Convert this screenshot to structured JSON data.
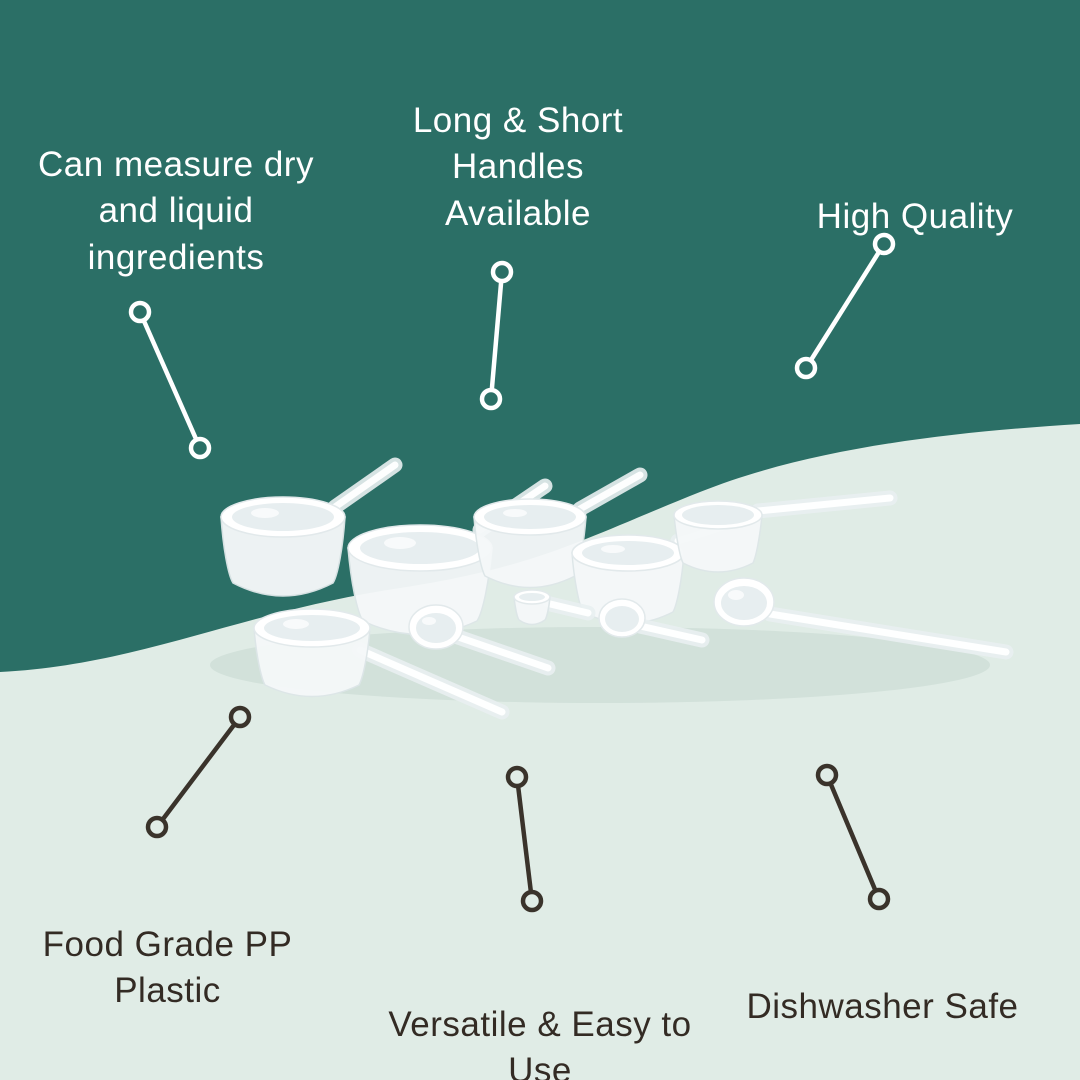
{
  "colors": {
    "teal": "#2b6f66",
    "mint": "#e0ece6",
    "text_light": "#ffffff",
    "text_dark": "#332b24",
    "connector_light": "#ffffff",
    "connector_dark": "#3a332b"
  },
  "callouts": {
    "dry_liquid": {
      "label": "Can measure dry\nand liquid\ningredients"
    },
    "handles": {
      "label": "Long & Short\nHandles\nAvailable"
    },
    "high_quality": {
      "label": "High Quality"
    },
    "food_grade": {
      "label": "Food Grade PP\nPlastic"
    },
    "versatile": {
      "label": "Versatile & Easy to\nUse"
    },
    "dishwasher": {
      "label": "Dishwasher Safe"
    }
  }
}
